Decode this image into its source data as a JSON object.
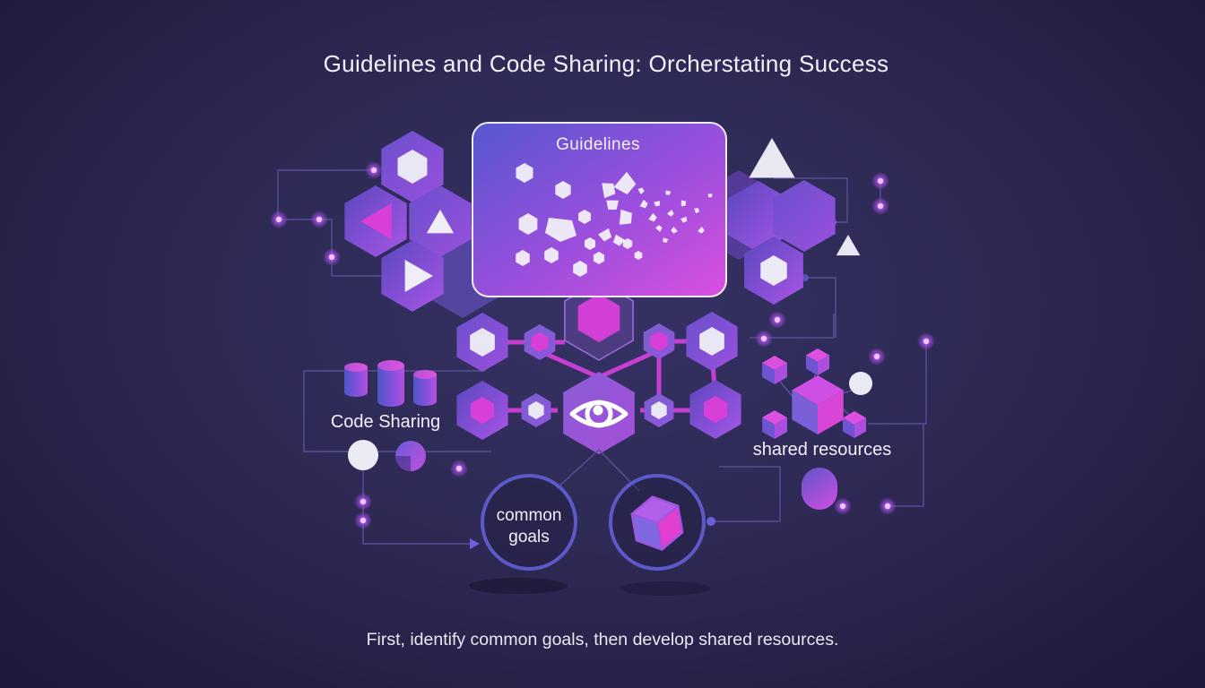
{
  "title": "Guidelines and Code Sharing: Orcherstating Success",
  "card": {
    "label": "Guidelines"
  },
  "nodes": {
    "code_sharing_label": "Code Sharing",
    "shared_resources_label": "shared resources",
    "common_goals_line1": "common",
    "common_goals_line2": "goals"
  },
  "caption": "First, identify common goals, then develop shared resources.",
  "colors": {
    "background": "#2e2a55",
    "card_gradient_start": "#5657cf",
    "card_gradient_end": "#d94fe0",
    "accent_magenta": "#c73ed2",
    "accent_purple": "#7b5cd6",
    "circle_outline": "#5e59c8",
    "connector_line": "#544e92",
    "glow_dot": "#c06bf0",
    "text": "#f2f0fa"
  },
  "icons": {
    "center": "eye-icon",
    "left_cluster": [
      "hexagon-icon",
      "triangle-left-icon",
      "triangle-up-icon",
      "play-icon"
    ],
    "shapes": [
      "cube-icon",
      "cylinder-icon",
      "pie-circle-icon",
      "arrow-right-icon"
    ]
  }
}
